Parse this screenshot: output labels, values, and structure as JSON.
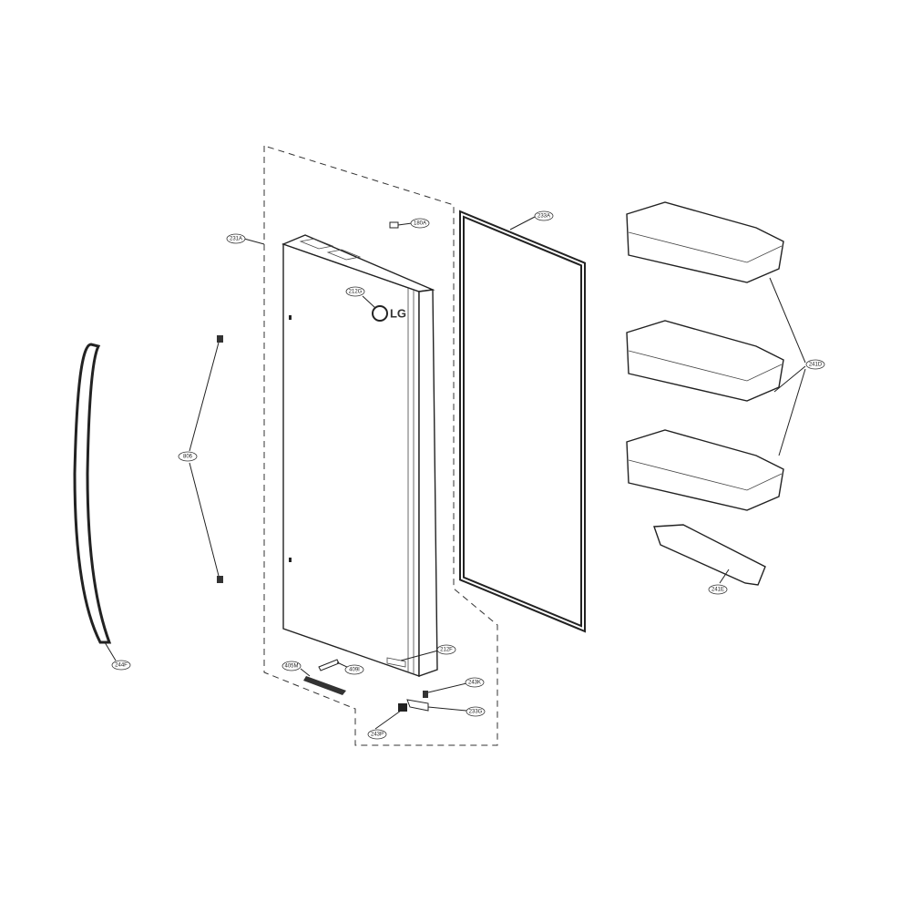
{
  "diagram": {
    "brand_logo": "LG",
    "callouts": [
      {
        "id": "231A"
      },
      {
        "id": "180A"
      },
      {
        "id": "233A"
      },
      {
        "id": "212G"
      },
      {
        "id": "241D"
      },
      {
        "id": "806"
      },
      {
        "id": "244F"
      },
      {
        "id": "241E"
      },
      {
        "id": "212F"
      },
      {
        "id": "405M"
      },
      {
        "id": "409I"
      },
      {
        "id": "243K"
      },
      {
        "id": "233G"
      },
      {
        "id": "243P"
      }
    ]
  }
}
